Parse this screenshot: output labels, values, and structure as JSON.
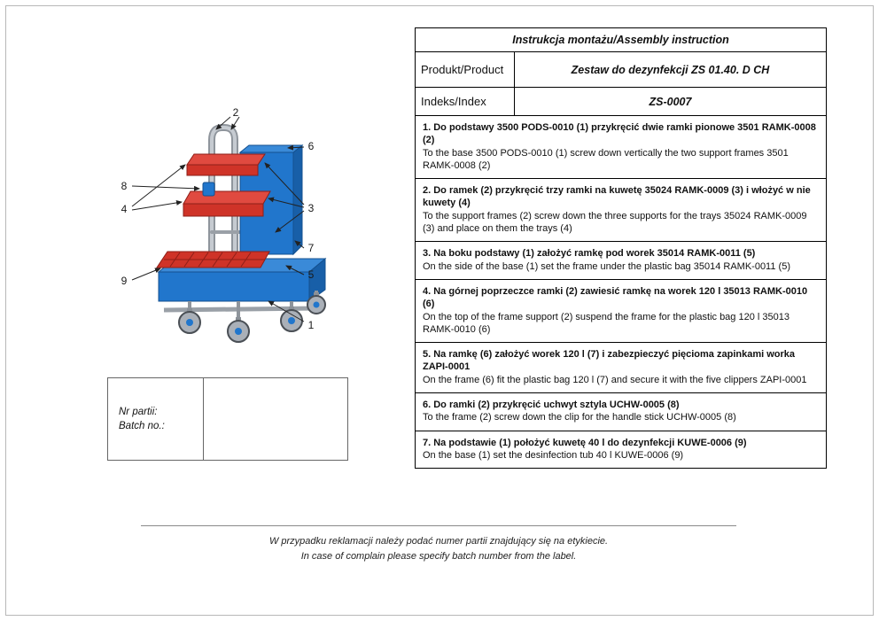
{
  "table": {
    "title": "Instrukcja montażu/Assembly instruction",
    "product_label": "Produkt/Product",
    "product_value": "Zestaw do dezynfekcji ZS 01.40. D CH",
    "index_label": "Indeks/Index",
    "index_value": "ZS-0007",
    "steps": [
      {
        "pl": "1. Do podstawy 3500 PODS-0010 (1) przykręcić dwie ramki pionowe 3501 RAMK-0008 (2)",
        "en": "To the base 3500 PODS-0010 (1) screw down vertically the two support frames 3501 RAMK-0008 (2)"
      },
      {
        "pl": "2. Do ramek (2) przykręcić trzy ramki na kuwetę 35024 RAMK-0009 (3) i włożyć w nie kuwety (4)",
        "en": "To the support frames (2) screw down the three supports for the trays 35024 RAMK-0009 (3) and place on them the trays (4)"
      },
      {
        "pl": "3. Na boku podstawy (1) założyć ramkę pod worek 35014 RAMK-0011 (5)",
        "en": "On the side of the base (1) set the frame under the plastic bag 35014 RAMK-0011 (5)"
      },
      {
        "pl": "4. Na górnej poprzeczce ramki (2) zawiesić ramkę na worek 120 l 35013 RAMK-0010 (6)",
        "en": "On the top of the frame support (2) suspend the frame for the plastic bag 120 l 35013 RAMK-0010 (6)"
      },
      {
        "pl": "5. Na ramkę (6) założyć worek 120 l (7) i zabezpieczyć pięcioma zapinkami worka ZAPI-0001",
        "en": "On the frame (6) fit the plastic bag 120 l (7) and secure it with the five clippers ZAPI-0001"
      },
      {
        "pl": "6. Do ramki (2) przykręcić uchwyt sztyla UCHW-0005 (8)",
        "en": "To the frame (2) screw down the clip for the handle stick UCHW-0005 (8)"
      },
      {
        "pl": "7. Na podstawie (1) położyć kuwetę 40 l do dezynfekcji KUWE-0006 (9)",
        "en": "On the base (1) set the desinfection tub 40 l KUWE-0006 (9)"
      }
    ]
  },
  "batch_box": {
    "line1": "Nr partii:",
    "line2": "Batch no.:"
  },
  "footer": {
    "line1": "W przypadku reklamacji należy podać numer partii znajdujący się na etykiecie.",
    "line2": "In case of complain please specify batch number from the label."
  },
  "diagram": {
    "callouts": [
      "1",
      "2",
      "3",
      "4",
      "5",
      "6",
      "7",
      "8",
      "9"
    ],
    "colors": {
      "blue": "#2176cc",
      "blue_dark": "#185fa8",
      "blue_light": "#3a8ad8",
      "red": "#cf3328",
      "red_dark": "#a3281f",
      "red_light": "#e04a40",
      "chrome": "#b0b5bb"
    }
  }
}
